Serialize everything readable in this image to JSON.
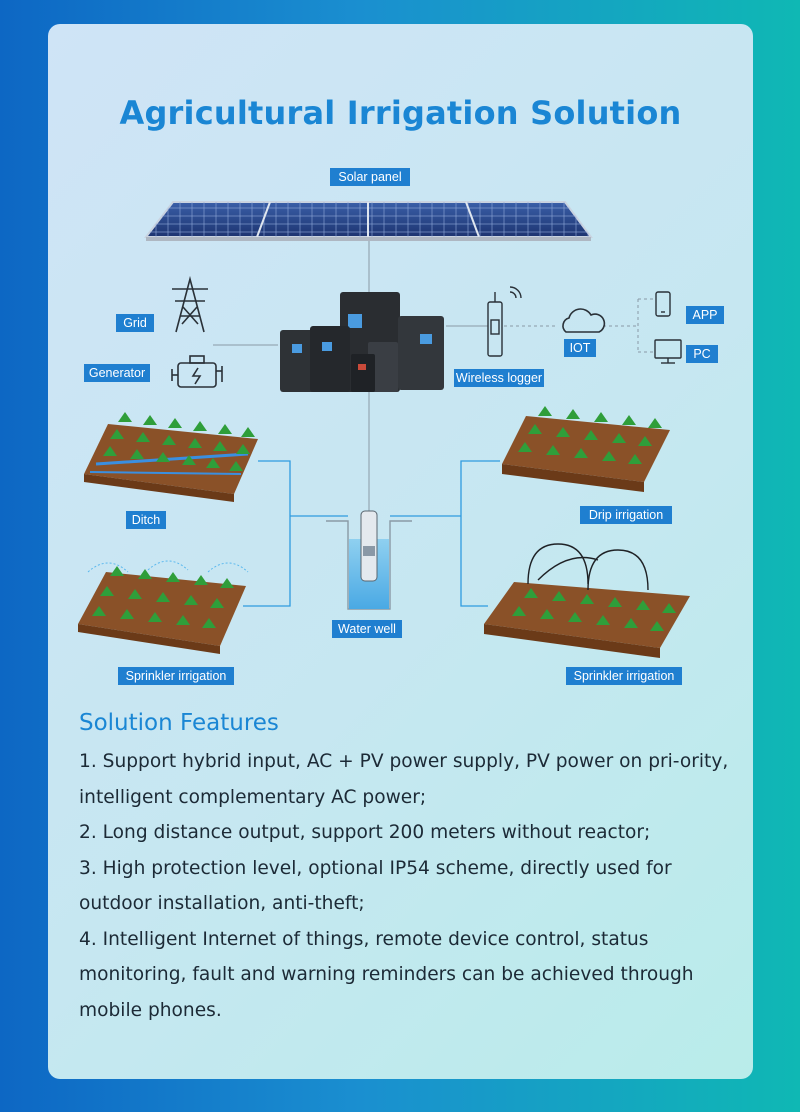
{
  "title": "Agricultural Irrigation Solution",
  "labels": {
    "solar_panel": "Solar panel",
    "grid": "Grid",
    "generator": "Generator",
    "wireless_logger": "Wireless logger",
    "iot": "IOT",
    "app": "APP",
    "pc": "PC",
    "ditch": "Ditch",
    "drip_irrigation": "Drip irrigation",
    "water_well": "Water well",
    "sprinkler_irrigation_left": "Sprinkler irrigation",
    "sprinkler_irrigation_right": "Sprinkler irrigation"
  },
  "features": {
    "title": "Solution Features",
    "items": [
      "1. Support hybrid input, AC + PV power supply, PV power on pri-ority, intelligent complementary AC power;",
      "2. Long distance output, support 200 meters without reactor;",
      "3. High protection level, optional IP54 scheme, directly used for outdoor installation, anti-theft;",
      "4. Intelligent Internet of things, remote device control, status monitoring, fault and warning reminders can be achieved through mobile phones."
    ]
  },
  "colors": {
    "accent": "#1a86d4",
    "label_bg": "#1f7fd0",
    "line": "#2f9be0",
    "soil": "#7a4320",
    "plant": "#2f9e3a",
    "inverter": "#2a2d31"
  },
  "icons": [
    "solar-panel-icon",
    "grid-tower-icon",
    "generator-engine-icon",
    "inverter-icon",
    "wireless-logger-icon",
    "cloud-icon",
    "phone-icon",
    "monitor-icon",
    "well-pump-icon"
  ]
}
